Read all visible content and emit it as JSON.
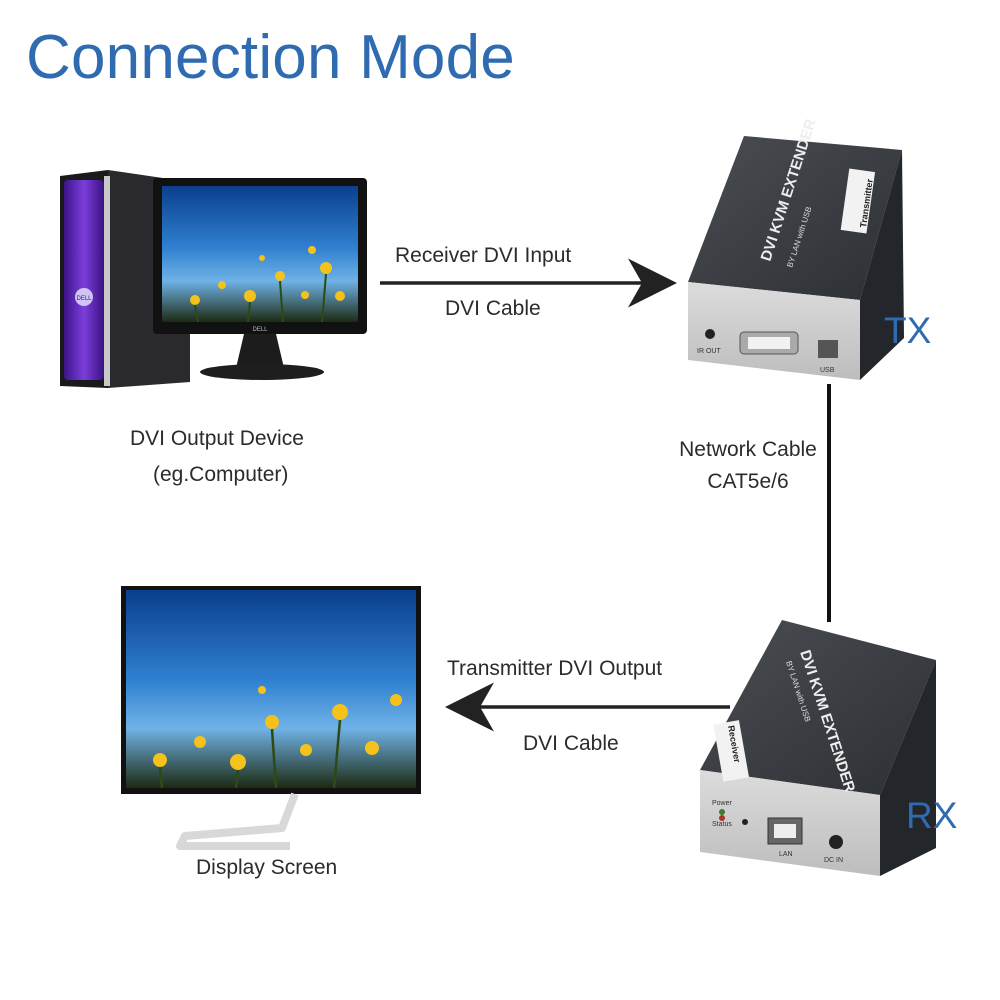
{
  "title": "Connection Mode",
  "source": {
    "label_line1": "DVI Output Device",
    "label_line2": "(eg.Computer)",
    "monitor_brand": "DELL",
    "tower_brand": "DELL"
  },
  "link_tx": {
    "top": "Receiver  DVI Input",
    "bottom": "DVI Cable"
  },
  "tx": {
    "tag": "TX",
    "device_title": "DVI KVM EXTENDER",
    "device_sub": "BY LAN with USB",
    "device_badge": "Transmitter",
    "port_ir": "IR OUT",
    "port_usb": "USB"
  },
  "network": {
    "line1": "Network Cable",
    "line2": "CAT5e/6"
  },
  "link_rx": {
    "top": "Transmitter DVI Output",
    "bottom": "DVI Cable"
  },
  "rx": {
    "tag": "RX",
    "device_title": "DVI KVM EXTENDER",
    "device_sub": "BY LAN with USB",
    "device_badge": "Receiver",
    "led_power": "Power",
    "led_status": "Status",
    "port_lan": "LAN",
    "port_dc": "DC IN"
  },
  "display": {
    "label": "Display Screen"
  },
  "colors": {
    "accent": "#2f6bb0",
    "device_body": "#3b3e42",
    "tower_purple": "#6a2fc9"
  }
}
